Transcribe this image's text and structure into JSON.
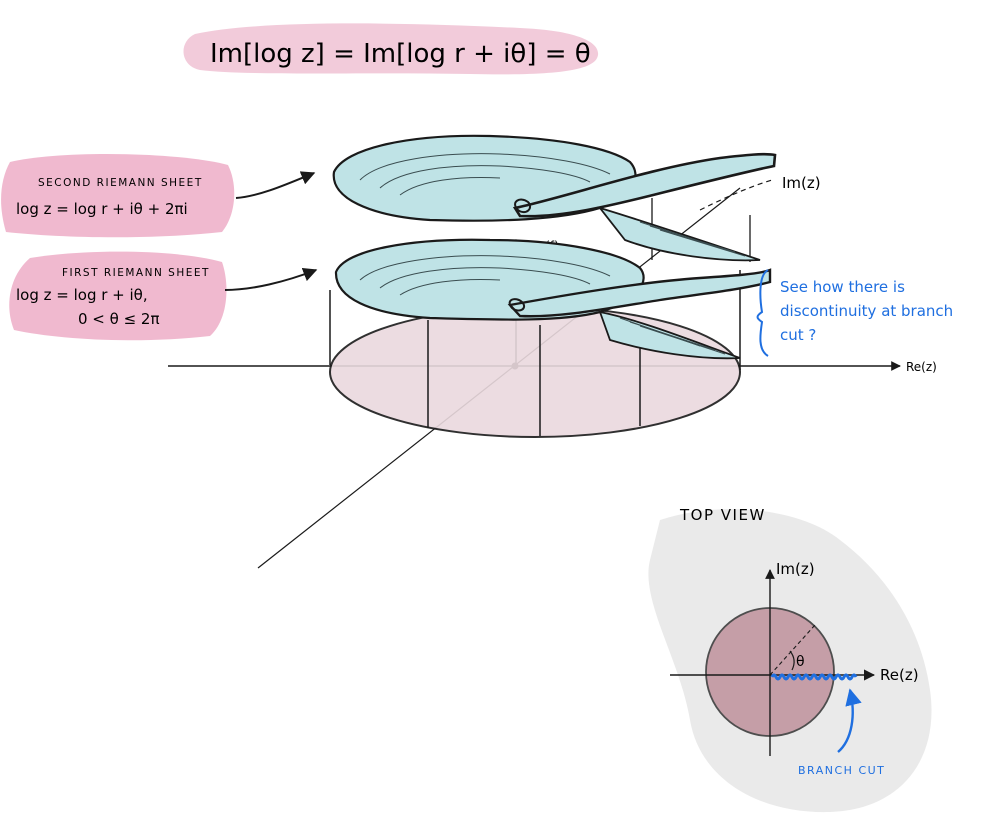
{
  "title": "Im[log z] = Im[log r + iθ] = θ",
  "sheets": {
    "second": {
      "label": "SECOND RIEMANN SHEET",
      "formula": "log z = log r + iθ + 2πi"
    },
    "first": {
      "label": "FIRST RIEMANN SHEET",
      "formula": "log z = log r + iθ,",
      "range": "0 < θ ≤ 2π"
    }
  },
  "axes3d": {
    "im_z": "Im(z)",
    "im_f": "Im(f)",
    "re_z": "Re(z)"
  },
  "note": {
    "line1": "See how there is",
    "line2": "discontinuity at branch",
    "line3": "cut ?"
  },
  "top_view": {
    "title": "TOP VIEW",
    "im_z": "Im(z)",
    "re_z": "Re(z)",
    "theta": "θ",
    "branch_cut": "BRANCH CUT"
  },
  "colors": {
    "sheet_fill": "#bfe3e6",
    "base_fill": "#ead9de",
    "pink_highlight": "#e37fa8",
    "note_blue": "#1f6fe0",
    "disk_fill": "#b98591"
  }
}
